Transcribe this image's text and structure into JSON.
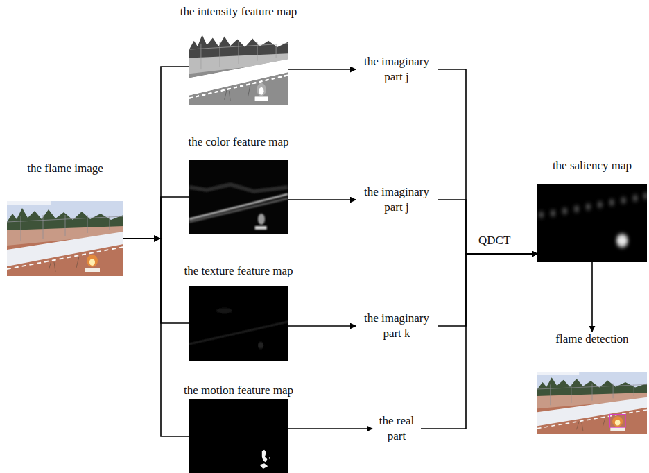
{
  "diagram": {
    "nodes": [
      {
        "text": [
          "the flame image"
        ]
      },
      {
        "text": [
          "the intensity feature map"
        ]
      },
      {
        "text": [
          "the color feature map"
        ]
      },
      {
        "text": [
          "the texture feature map"
        ]
      },
      {
        "text": [
          "the motion feature map"
        ]
      },
      {
        "text": [
          "the imaginary part j"
        ]
      },
      {
        "text": [
          "the imaginary part j"
        ]
      },
      {
        "text": [
          "the imaginary part k"
        ]
      },
      {
        "text": [
          "the real part"
        ]
      },
      {
        "text": [
          "the saliency map"
        ]
      },
      {
        "text": [
          "flame detection"
        ]
      }
    ],
    "edges": [
      {
        "from": 0,
        "to": 1,
        "arrow": "none"
      },
      {
        "from": 0,
        "to": 2,
        "arrow": "none"
      },
      {
        "from": 0,
        "to": 3,
        "arrow": "none"
      },
      {
        "from": 0,
        "to": 4,
        "arrow": "none"
      },
      {
        "from": 1,
        "to": 5,
        "arrow": "to"
      },
      {
        "from": 2,
        "to": 6,
        "arrow": "to"
      },
      {
        "from": 3,
        "to": 7,
        "arrow": "to"
      },
      {
        "from": 4,
        "to": 8,
        "arrow": "to"
      },
      {
        "from": 5,
        "to": 9,
        "arrow": "to"
      },
      {
        "from": 6,
        "to": 9,
        "arrow": "to"
      },
      {
        "from": 7,
        "to": 9,
        "arrow": "to"
      },
      {
        "from": 8,
        "to": 9,
        "arrow": "to"
      },
      {
        "from": 9,
        "to": 10,
        "arrow": "to"
      }
    ],
    "labels": [
      "QDCT"
    ]
  }
}
